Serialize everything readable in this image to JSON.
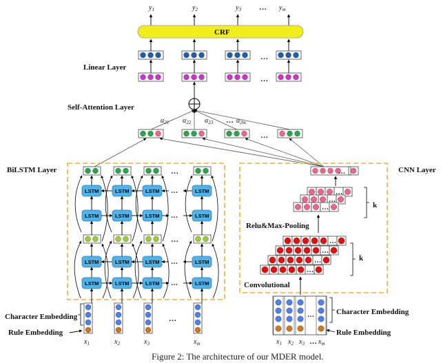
{
  "labels": {
    "crf": "CRF",
    "linear_layer": "Linear Layer",
    "self_attention_layer": "Self-Attention Layer",
    "bilstm_layer": "BiLSTM Layer",
    "cnn_layer": "CNN Layer",
    "relu_maxpool": "Relu&Max-Pooling",
    "convolutional": "Convolutional",
    "k": "k",
    "character_embedding": "Character Embedding",
    "rule_embedding": "Rule Embedding",
    "lstm": "LSTM",
    "ellipsis": "…",
    "caption": "Figure 2: The architecture of our MDER model."
  },
  "outputs": [
    "y1",
    "y2",
    "y3",
    "ym"
  ],
  "inputs": [
    "x1",
    "x2",
    "x3",
    "xm"
  ],
  "alphas": [
    "α21",
    "α22",
    "α23",
    "α2m"
  ],
  "colors": {
    "crf": "#f2ee1c",
    "linear_blue": "#1f5fa8",
    "linear_purple": "#cc33cc",
    "green": "#2aa64a",
    "light_green": "#9acd32",
    "pink": "#f06292",
    "red": "#e01010",
    "lstm": "#4fb3ea",
    "emb_blue": "#4f7fe8",
    "emb_orange": "#c87a1e",
    "dash": "#f0b030"
  }
}
